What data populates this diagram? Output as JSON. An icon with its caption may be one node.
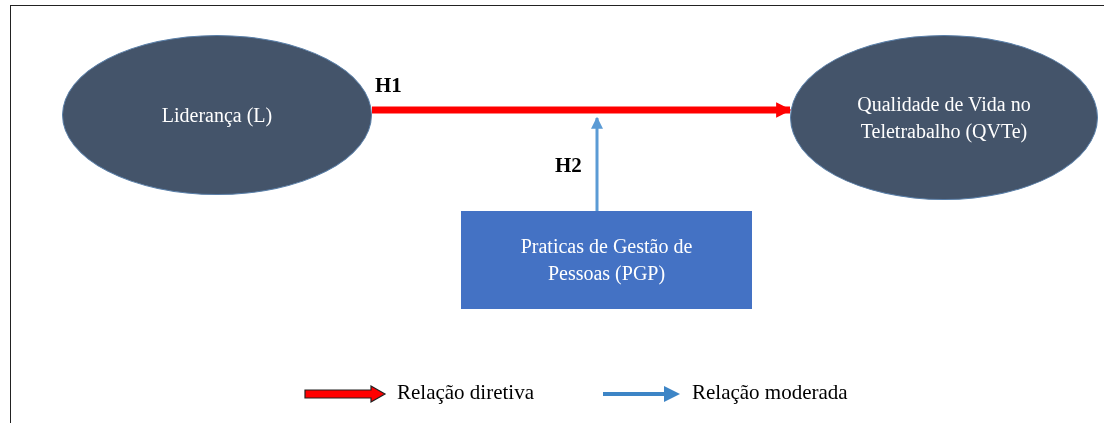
{
  "diagram": {
    "nodes": [
      {
        "text": [
          "Liderança (L)"
        ]
      },
      {
        "text": [
          "Qualidade de Vida no Teletrabalho (QVTe)"
        ]
      },
      {
        "text": [
          "Praticas de Gestão de Pessoas (PGP)"
        ]
      }
    ],
    "edges": [
      {
        "from": 0,
        "to": 1,
        "arrow": "to",
        "label": "H1",
        "style": "thick",
        "color": "#ff0000"
      },
      {
        "from": 2,
        "to": null,
        "arrow": "to",
        "label": "H2",
        "color": "#5b9bd5"
      }
    ],
    "legend": [
      {
        "text": "Relação diretiva"
      },
      {
        "text": "Relação moderada"
      }
    ]
  }
}
